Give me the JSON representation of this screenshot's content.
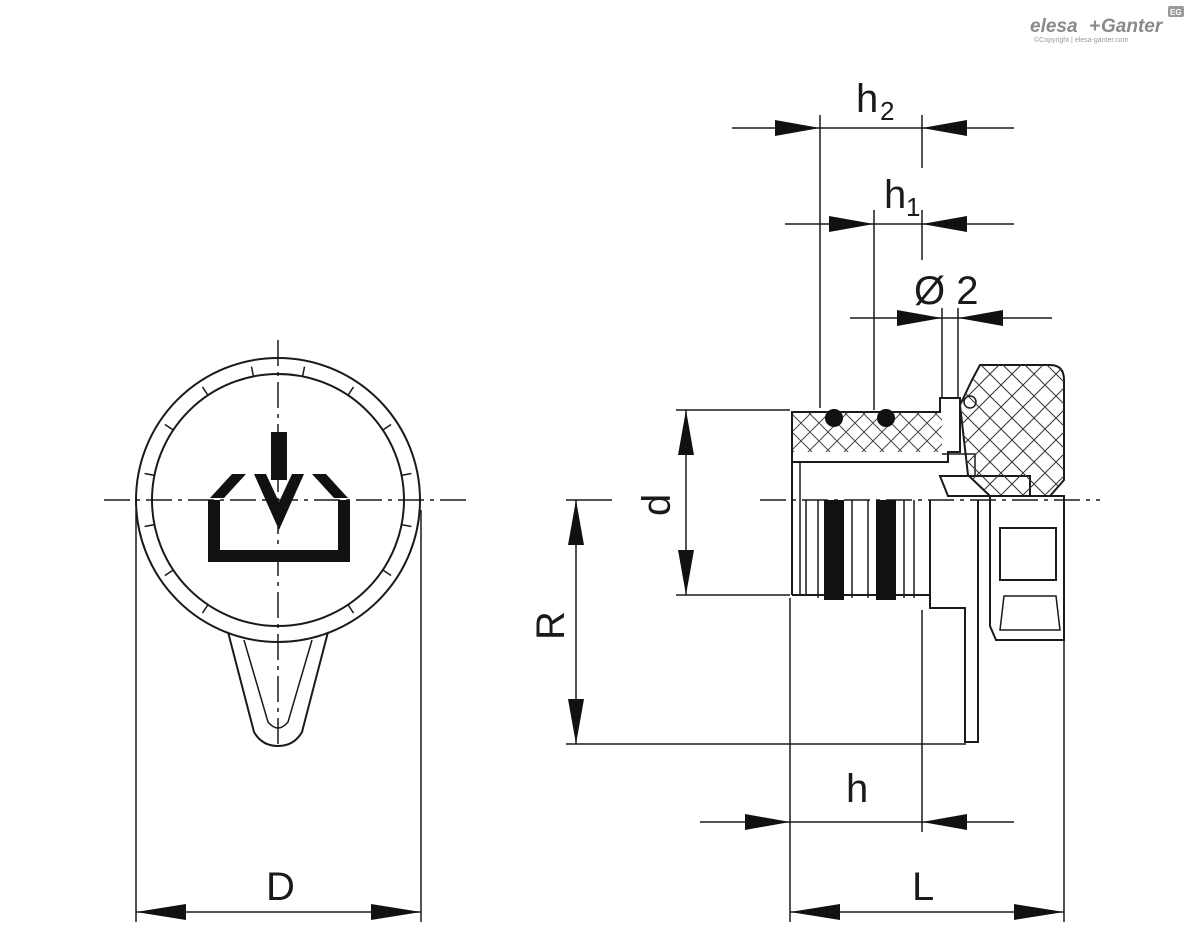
{
  "brand": {
    "name_left": "elesa",
    "name_plus": "+",
    "name_right": "Ganter",
    "badge": "EG",
    "copyright": "©Copyright | elesa-ganter.com"
  },
  "dimensions": {
    "h2": {
      "main": "h",
      "sub": "2"
    },
    "h1": {
      "main": "h",
      "sub": "1"
    },
    "dia": "Ø 2",
    "d": "d",
    "R": "R",
    "h": "h",
    "D": "D",
    "L": "L"
  },
  "colors": {
    "line": "#1a1a1a",
    "logo": "#8a8a8a",
    "background": "#ffffff"
  },
  "icons": {
    "front_symbol": "fill-in-arrow-icon"
  }
}
